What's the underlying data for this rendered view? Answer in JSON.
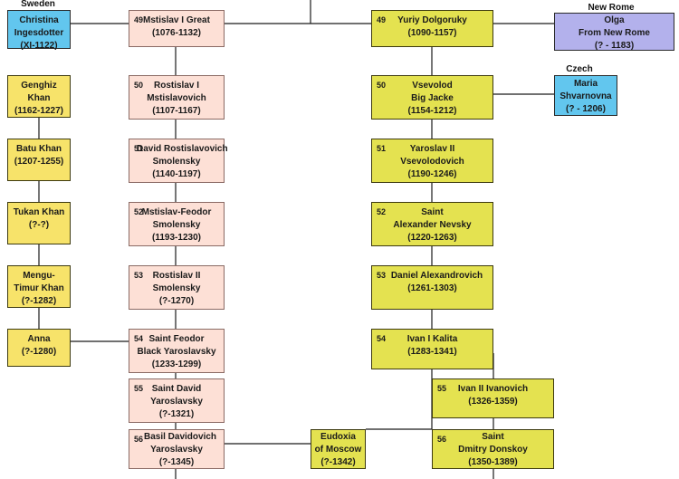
{
  "regions": {
    "sweden": "Sweden",
    "new_rome": "New Rome",
    "czech": "Czech"
  },
  "people": {
    "christina": {
      "lines": [
        "Christina",
        "Ingesdotter",
        "(XI-1122)"
      ]
    },
    "genghiz": {
      "lines": [
        "Genghiz",
        "Khan",
        "(1162-1227)"
      ]
    },
    "batu": {
      "lines": [
        "Batu Khan",
        "(1207-1255)"
      ]
    },
    "tukan": {
      "lines": [
        "Tukan Khan",
        "(?-?)"
      ]
    },
    "mengu": {
      "lines": [
        "Mengu-",
        "Timur Khan",
        "(?-1282)"
      ]
    },
    "anna": {
      "lines": [
        "Anna",
        "(?-1280)"
      ]
    },
    "mstislav": {
      "gen": "49",
      "lines": [
        "Mstislav I Great",
        "(1076-1132)"
      ]
    },
    "rostislav1": {
      "gen": "50",
      "lines": [
        "Rostislav I",
        "Mstislavovich",
        "(1107-1167)"
      ]
    },
    "david_rost": {
      "gen": "51",
      "lines": [
        "David Rostislavovich",
        "Smolensky",
        "(1140-1197)"
      ]
    },
    "mstislav_feodor": {
      "gen": "52",
      "lines": [
        "Mstislav-Feodor",
        "Smolensky",
        "(1193-1230)"
      ]
    },
    "rostislav2": {
      "gen": "53",
      "lines": [
        "Rostislav II",
        "Smolensky",
        "(?-1270)"
      ]
    },
    "feodor": {
      "gen": "54",
      "lines": [
        "Saint Feodor",
        "Black Yaroslavsky",
        "(1233-1299)"
      ]
    },
    "david_yar": {
      "gen": "55",
      "lines": [
        "Saint David",
        "Yaroslavsky",
        "(?-1321)"
      ]
    },
    "basil": {
      "gen": "56",
      "lines": [
        "Basil Davidovich",
        "Yaroslavsky",
        "(?-1345)"
      ]
    },
    "eudoxia": {
      "lines": [
        "Eudoxia",
        "of Moscow",
        "(?-1342)"
      ]
    },
    "yuriy": {
      "gen": "49",
      "lines": [
        "Yuriy Dolgoruky",
        "(1090-1157)"
      ]
    },
    "vsevolod": {
      "gen": "50",
      "lines": [
        "Vsevolod",
        "Big Jacke",
        "(1154-1212)"
      ]
    },
    "yaroslav2": {
      "gen": "51",
      "lines": [
        "Yaroslav II",
        "Vsevolodovich",
        "(1190-1246)"
      ]
    },
    "alexander": {
      "gen": "52",
      "lines": [
        "Saint",
        "Alexander Nevsky",
        "(1220-1263)"
      ]
    },
    "daniel": {
      "gen": "53",
      "lines": [
        "Daniel Alexandrovich",
        "(1261-1303)"
      ]
    },
    "ivan1": {
      "gen": "54",
      "lines": [
        "Ivan I Kalita",
        "(1283-1341)"
      ]
    },
    "ivan2": {
      "gen": "55",
      "lines": [
        "Ivan II Ivanovich",
        "(1326-1359)"
      ]
    },
    "dmitry": {
      "gen": "56",
      "lines": [
        "Saint",
        "Dmitry Donskoy",
        "(1350-1389)"
      ]
    },
    "olga": {
      "lines": [
        "Olga",
        "From New Rome",
        "(? - 1183)"
      ]
    },
    "maria": {
      "lines": [
        "Maria",
        "Shvarnovna",
        "(? - 1206)"
      ]
    }
  },
  "colors": {
    "pink": "#fde0d6",
    "yellow": "#e4e250",
    "gold": "#f7e36a",
    "blue": "#62c6ee",
    "lavender": "#b3b1ec",
    "line": "#1a1a1a"
  }
}
